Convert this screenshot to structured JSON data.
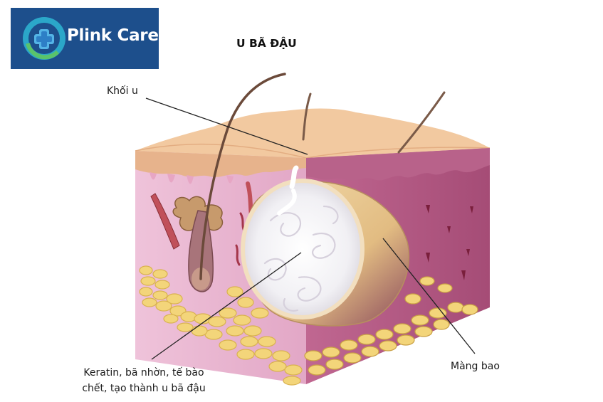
{
  "brand": {
    "name": "Plink Care",
    "logo_icon": "medical-cross-circle-icon",
    "bg_color": "#1d4f8c"
  },
  "title": "U BÃ ĐẬU",
  "labels": {
    "khoi_u": "Khối u",
    "mang_bao": "Màng bao",
    "keratin_line1": "Keratin, bã nhờn, tế bào",
    "keratin_line2": "chết, tạo thành u bã đậu"
  },
  "colors": {
    "epidermis": "#f2c9a0",
    "dermis_left": "#e8b4cf",
    "dermis_right": "#b0577f",
    "fat": "#f3d57a",
    "cyst_capsule": "#e8c98f",
    "cyst_core": "#f4f4f6"
  }
}
